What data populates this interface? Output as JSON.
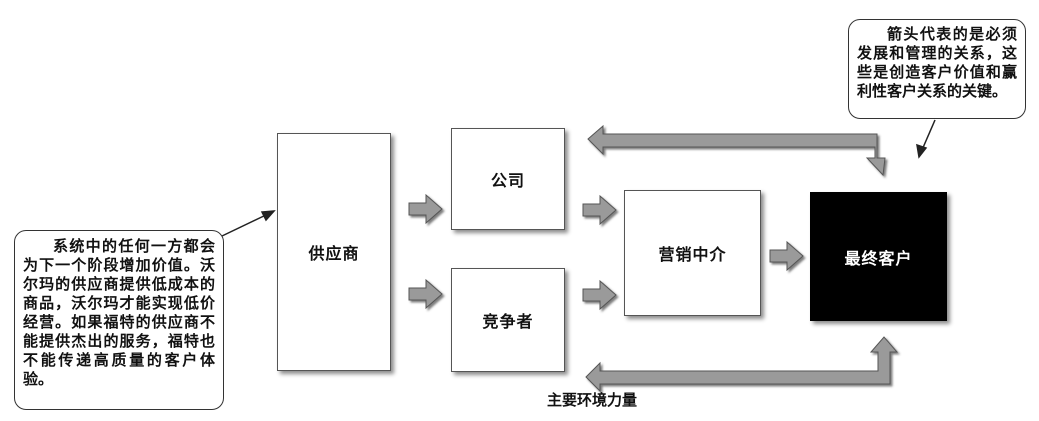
{
  "nodes": {
    "supplier": "供应商",
    "company": "公司",
    "competitor": "竞争者",
    "marketing_intermediary": "营销中介",
    "end_customer": "最终客户"
  },
  "callouts": {
    "left": "系统中的任何一方都会为下一个阶段增加价值。沃尔玛的供应商提供低成本的商品，沃尔玛才能实现低价经营。如果福特的供应商不能提供杰出的服务，福特也不能传递高质量的客户体验。",
    "right": "箭头代表的是必须发展和管理的关系，这些是创造客户价值和赢利性客户关系的关键。"
  },
  "labels": {
    "environment": "主要环境力量"
  },
  "colors": {
    "arrow_fill": "#9a9a9a",
    "arrow_shadow": "#555555",
    "customer_box": "#000000"
  }
}
